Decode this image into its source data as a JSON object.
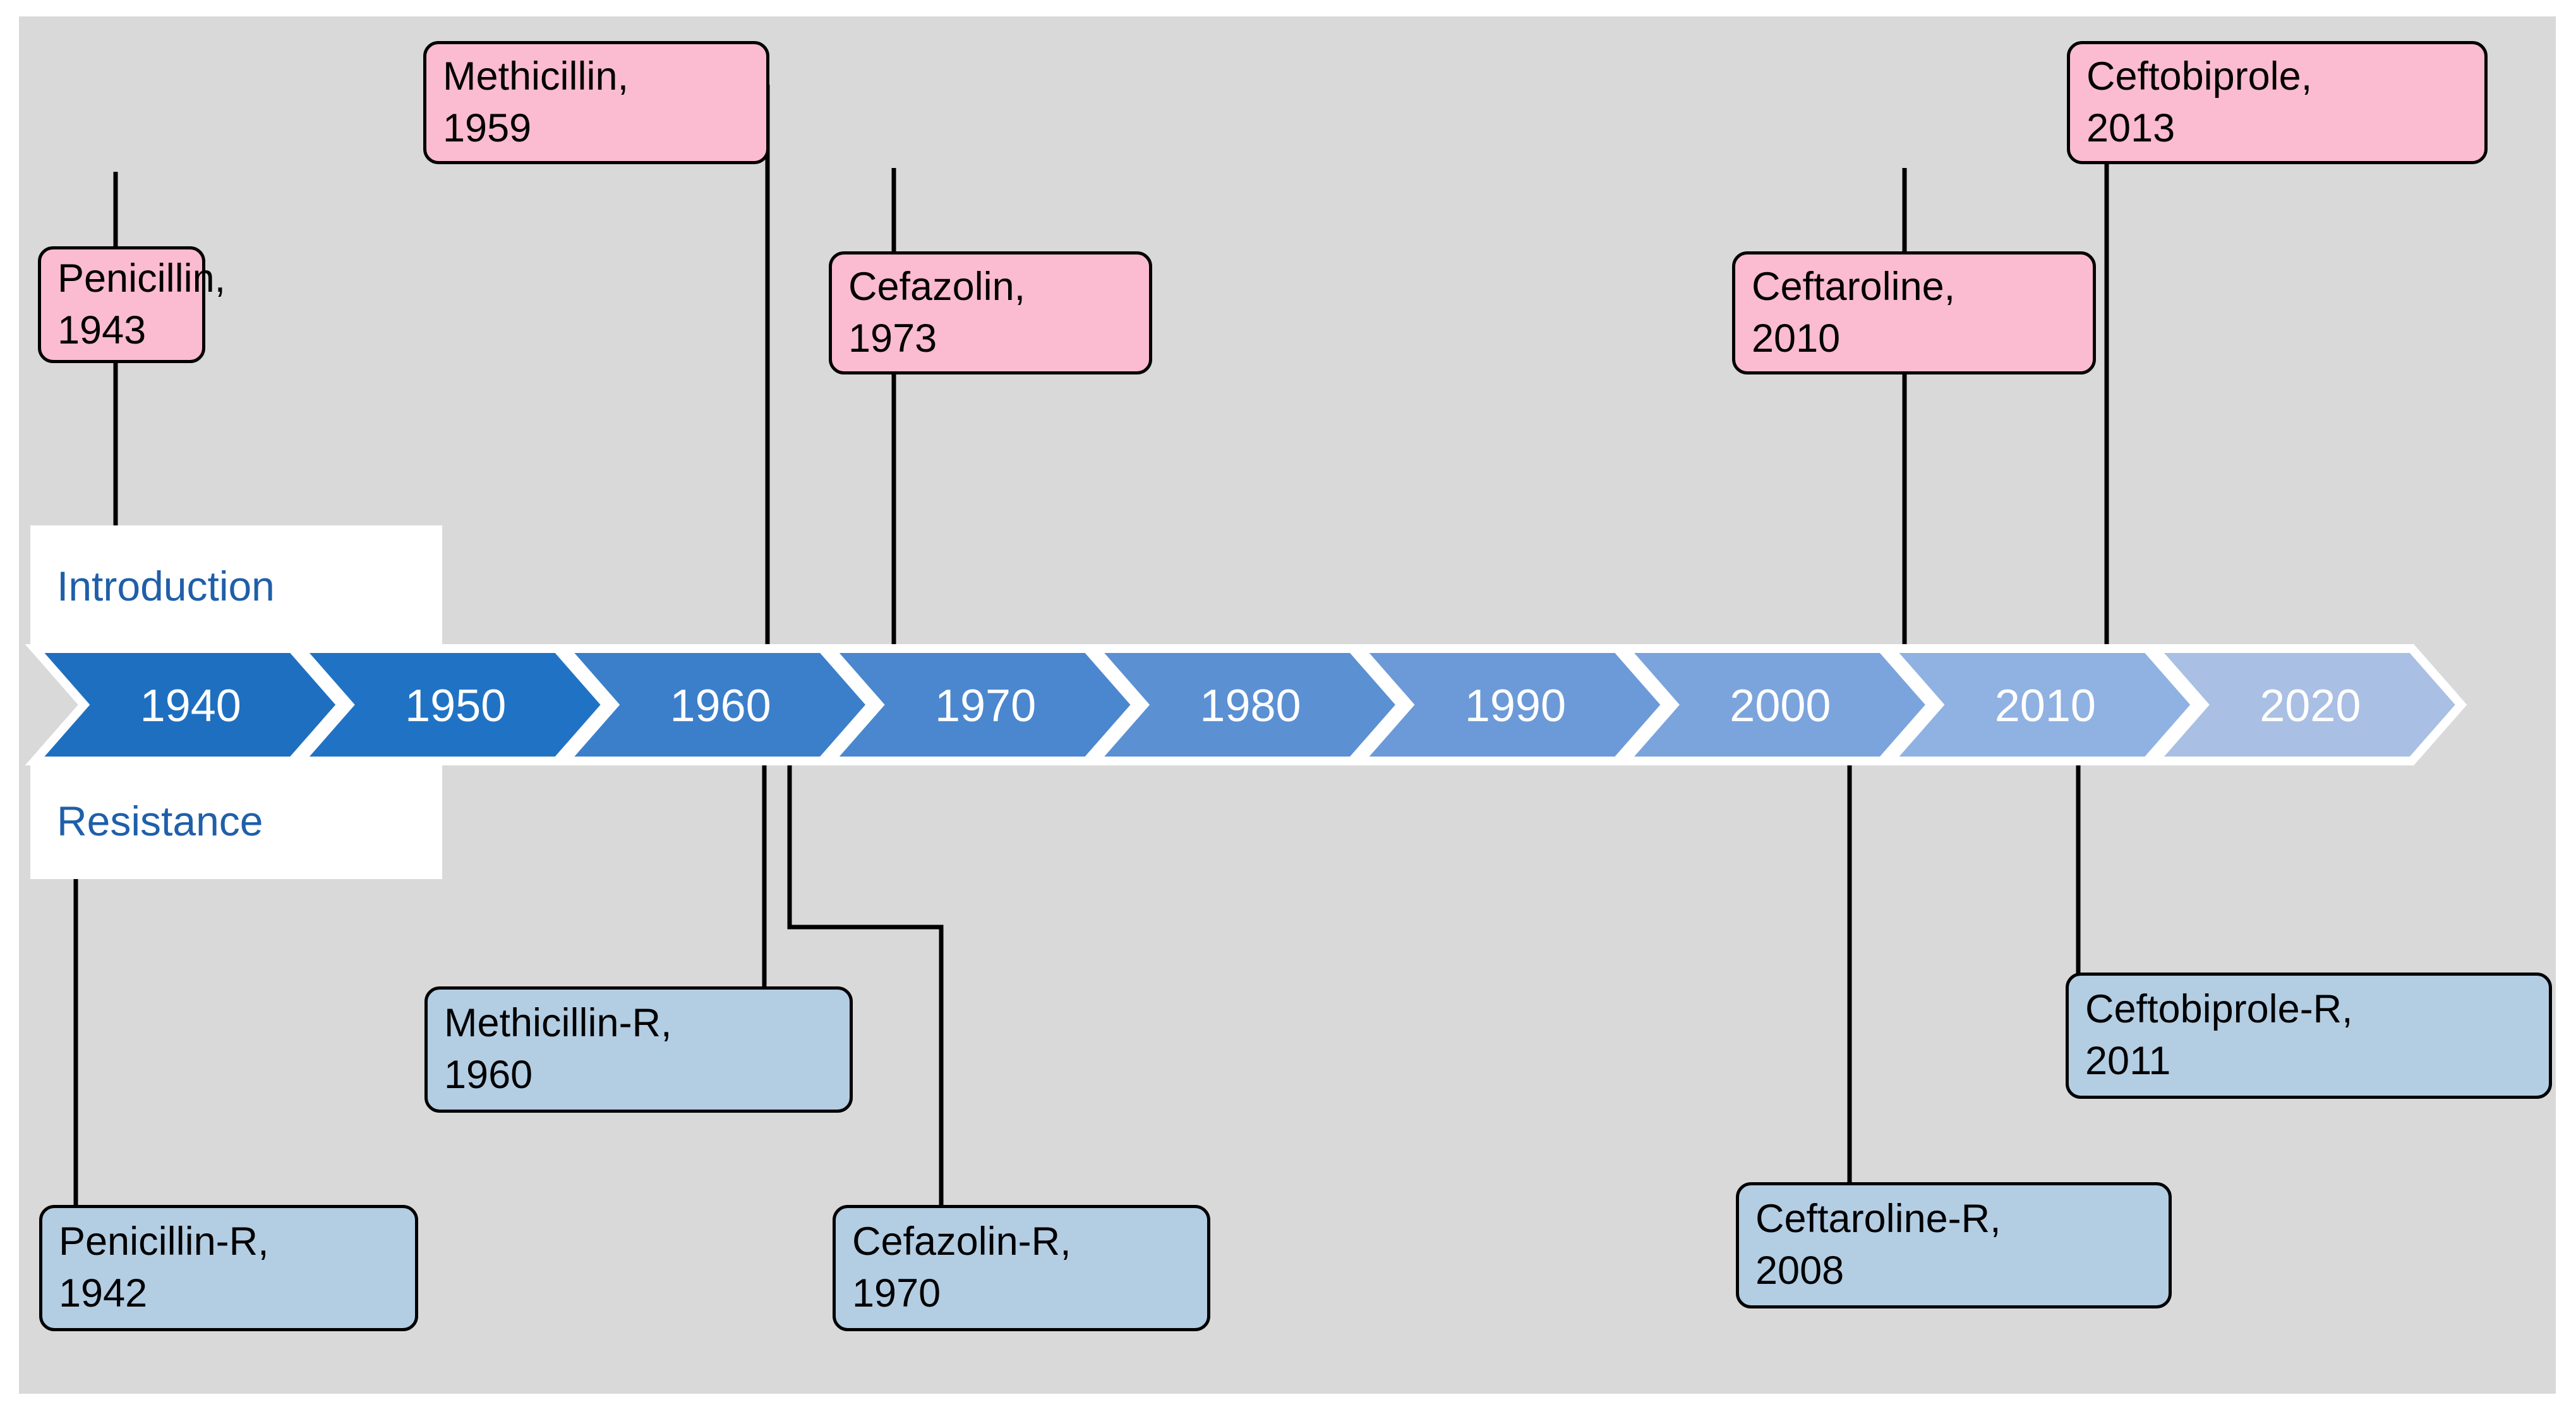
{
  "figure": {
    "background_color": "#d9d9d9",
    "panel_color": "#d9d9d9",
    "intro_box_color": "#fbbbd0",
    "resistance_box_color": "#b3cde3",
    "label_text_color": "#1f5fa9",
    "connector_color": "#000000"
  },
  "axis_labels": {
    "introduction": "Introduction",
    "resistance": "Resistance"
  },
  "chart_data": {
    "type": "timeline",
    "title": "",
    "decades": [
      "1940",
      "1950",
      "1960",
      "1970",
      "1980",
      "1990",
      "2000",
      "2010",
      "2020"
    ],
    "decade_colors": [
      "#1f6fc0",
      "#2073c4",
      "#3b7fcb",
      "#4b87ce",
      "#5b90d3",
      "#6c9ad8",
      "#7ba4dd",
      "#8fb2e2",
      "#a9bfe4"
    ],
    "introductions": [
      {
        "drug": "Penicillin",
        "year": "1943",
        "line1": "Penicillin,",
        "line2": "1943"
      },
      {
        "drug": "Methicillin",
        "year": "1959",
        "line1": "Methicillin,",
        "line2": "1959"
      },
      {
        "drug": "Cefazolin",
        "year": "1973",
        "line1": "Cefazolin,",
        "line2": "1973"
      },
      {
        "drug": "Ceftaroline",
        "year": "2010",
        "line1": "Ceftaroline,",
        "line2": "2010"
      },
      {
        "drug": "Ceftobiprole",
        "year": "2013",
        "line1": "Ceftobiprole,",
        "line2": "2013"
      }
    ],
    "resistances": [
      {
        "drug": "Penicillin-R",
        "year": "1942",
        "line1": "Penicillin-R,",
        "line2": "1942"
      },
      {
        "drug": "Methicillin-R",
        "year": "1960",
        "line1": "Methicillin-R,",
        "line2": "1960"
      },
      {
        "drug": "Cefazolin-R",
        "year": "1970",
        "line1": "Cefazolin-R,",
        "line2": "1970"
      },
      {
        "drug": "Ceftaroline-R",
        "year": "2008",
        "line1": "Ceftaroline-R,",
        "line2": "2008"
      },
      {
        "drug": "Ceftobiprole-R",
        "year": "2011",
        "line1": "Ceftobiprole-R,",
        "line2": "2011"
      }
    ]
  }
}
